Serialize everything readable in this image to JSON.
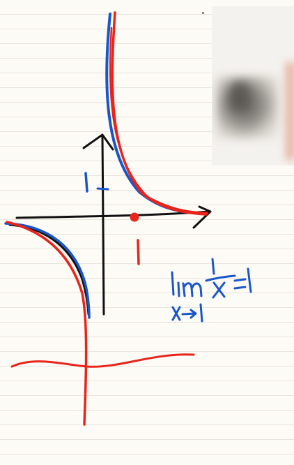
{
  "canvas": {
    "background": "#fdfbf6",
    "ruled_line_color": "#e9e4dc"
  },
  "ink_colors": {
    "black": "#111111",
    "blue": "#1a56c9",
    "red": "#e8241b"
  },
  "annotations": {
    "y_axis_tick": "1",
    "x_axis_tick": "1",
    "limit_expression": "lim 1/x = 1",
    "limit_subscript": "x→1"
  },
  "overlay": {
    "description_icon": "presenter-video-thumbnail"
  }
}
